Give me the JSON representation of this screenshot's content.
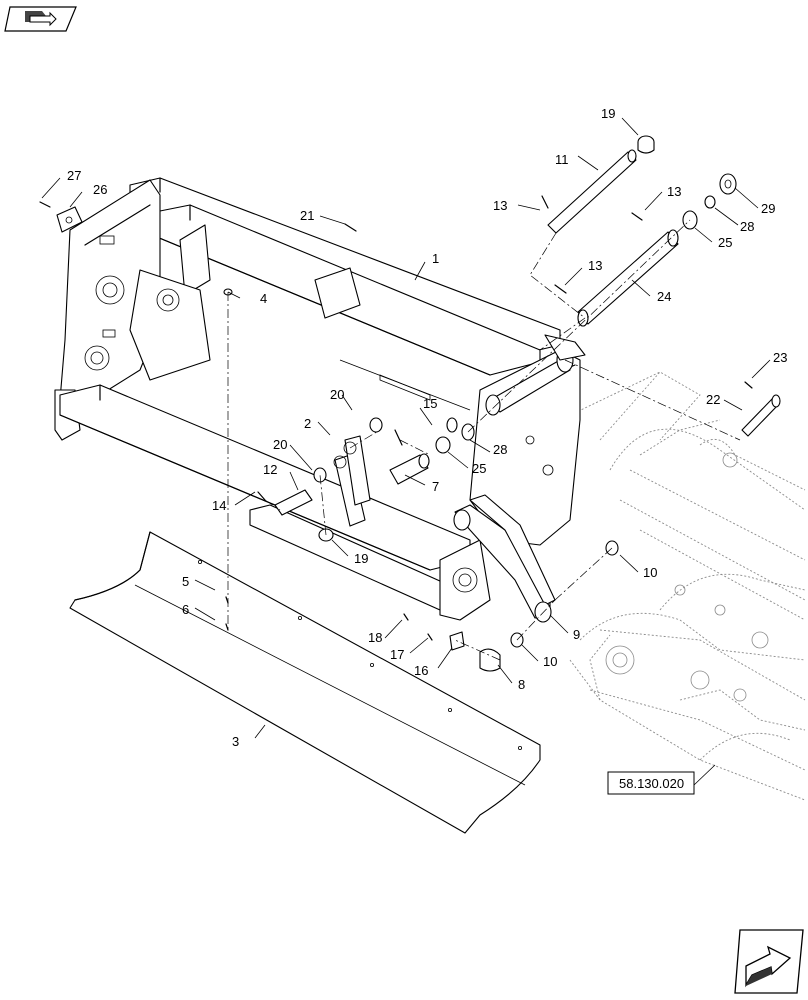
{
  "reference_label": "58.130.020",
  "callouts": [
    "1",
    "2",
    "3",
    "4",
    "5",
    "6",
    "7",
    "8",
    "9",
    "10",
    "10",
    "11",
    "12",
    "13",
    "13",
    "13",
    "14",
    "15",
    "16",
    "17",
    "18",
    "19",
    "19",
    "20",
    "20",
    "21",
    "22",
    "23",
    "24",
    "25",
    "25",
    "26",
    "27",
    "28",
    "28",
    "29"
  ],
  "labels": {
    "n1": "1",
    "n2": "2",
    "n3": "3",
    "n4": "4",
    "n5": "5",
    "n6": "6",
    "n7": "7",
    "n8": "8",
    "n9": "9",
    "n10a": "10",
    "n10b": "10",
    "n11": "11",
    "n12": "12",
    "n13a": "13",
    "n13b": "13",
    "n13c": "13",
    "n14": "14",
    "n15": "15",
    "n16": "16",
    "n17": "17",
    "n18": "18",
    "n19a": "19",
    "n19b": "19",
    "n20a": "20",
    "n20b": "20",
    "n21": "21",
    "n22": "22",
    "n23": "23",
    "n24": "24",
    "n25a": "25",
    "n25b": "25",
    "n26": "26",
    "n27": "27",
    "n28a": "28",
    "n28b": "28",
    "n29": "29"
  },
  "icons": {
    "top_left": "book-with-arrow-icon",
    "bottom_right": "next-page-arrow-icon"
  }
}
